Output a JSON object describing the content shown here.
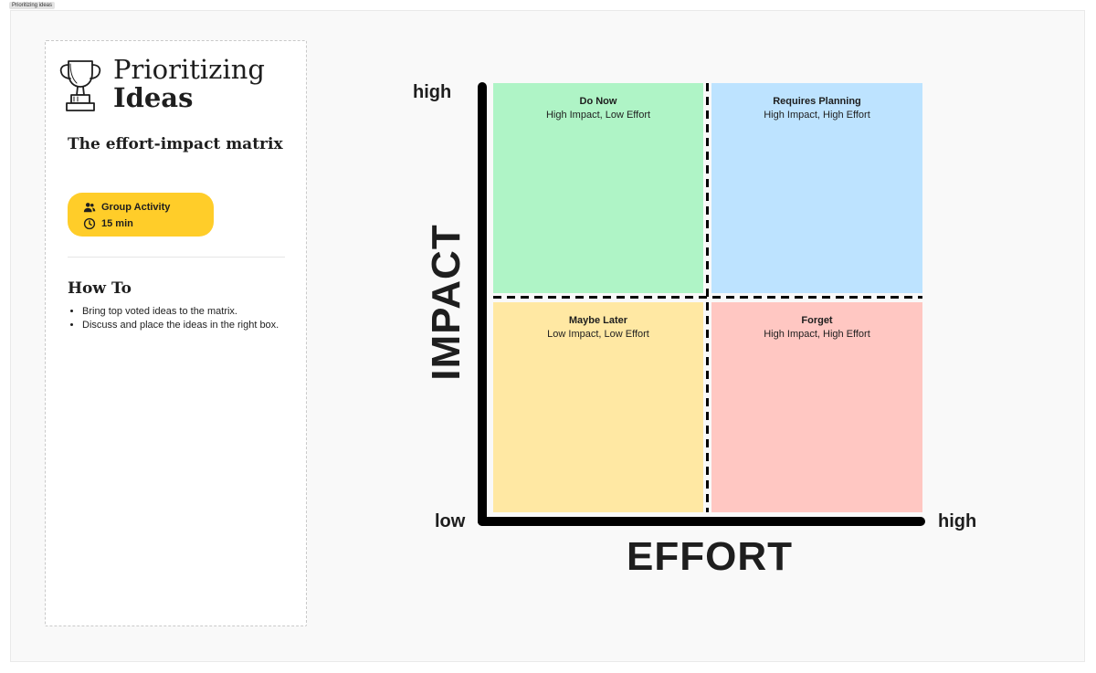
{
  "frame": {
    "tag": "Prioritizing ideas"
  },
  "card": {
    "title_line1": "Prioritizing",
    "title_line2": "Ideas",
    "subtitle": "The effort-impact matrix",
    "badge": {
      "activity": "Group Activity",
      "duration": "15 min",
      "color": "#ffcd29"
    },
    "howto": {
      "title": "How To",
      "steps": [
        "Bring top voted ideas to the matrix.",
        "Discuss and place the ideas in the right box."
      ]
    }
  },
  "matrix": {
    "y_axis": {
      "label": "IMPACT",
      "high": "high"
    },
    "x_axis": {
      "label": "EFFORT",
      "low": "low",
      "high": "high"
    },
    "quadrants": {
      "do_now": {
        "title": "Do Now",
        "desc": "High Impact, Low Effort",
        "color": "#aff4c6"
      },
      "requires_planning": {
        "title": "Requires Planning",
        "desc": "High Impact, High Effort",
        "color": "#bde3ff"
      },
      "maybe_later": {
        "title": "Maybe Later",
        "desc": "Low Impact, Low Effort",
        "color": "#ffe8a3"
      },
      "forget": {
        "title": "Forget",
        "desc": "High Impact, High Effort",
        "color": "#ffc7c2"
      }
    }
  },
  "icons": [
    "trophy-icon",
    "people-icon",
    "clock-icon"
  ]
}
